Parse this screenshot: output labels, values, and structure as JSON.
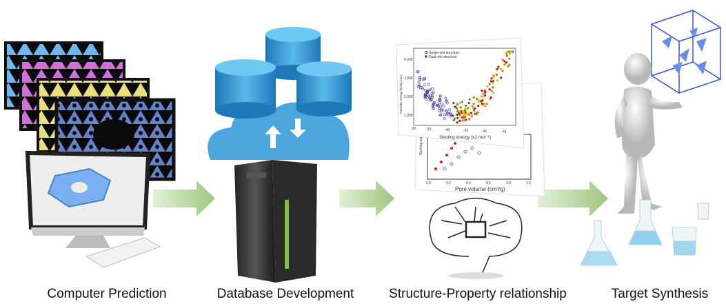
{
  "steps": [
    {
      "label": "Computer Prediction"
    },
    {
      "label": "Database Development"
    },
    {
      "label": "Structure-Property relationship"
    },
    {
      "label": "Target Synthesis"
    }
  ],
  "scatter_front": {
    "legend": [
      "Single-site structure",
      "Dual-site structure"
    ],
    "xlabel": "Binding energy (kJ mol⁻¹)",
    "ylabel": "Parasitic energy (kJ/kg CO₂)",
    "xticks": [
      "-20",
      "-30",
      "-40",
      "-50",
      "-60",
      "-70"
    ],
    "yticks": [
      "4,000",
      "3,000",
      "2,000",
      "1,000"
    ]
  },
  "scatter_back": {
    "xlabel": "Pore volume (cm³/g)",
    "ylabel": "Working cap.",
    "xticks": [
      "0.0",
      "0.2",
      "0.4",
      "0.6",
      "0.8",
      "1.0"
    ]
  },
  "colors": {
    "arrow": "#a9cf8f",
    "db": "#3a9fd8",
    "cloud": "#4aa6dd",
    "single": "#3a3a9a",
    "dual": "#c0171c"
  }
}
